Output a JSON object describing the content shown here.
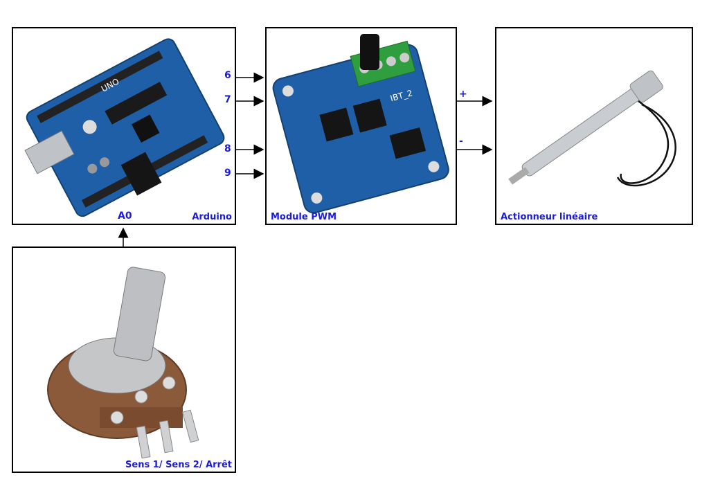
{
  "arduino": {
    "label": "Arduino",
    "board_text": "UNO"
  },
  "pwm_module": {
    "label": "Module PWM",
    "board_text": "IBT_2"
  },
  "actuator": {
    "label": "Actionneur linéaire"
  },
  "potentiometer": {
    "label": "Sens 1/ Sens 2/ Arrêt"
  },
  "pins": {
    "p6": "6",
    "p7": "7",
    "p8": "8",
    "p9": "9",
    "a0": "A0"
  },
  "polarity": {
    "plus": "+",
    "minus": "-"
  },
  "colors": {
    "label_blue": "#1b1bd8",
    "board_blue": "#1f5fa8",
    "terminal_green": "#2e9e3e"
  }
}
